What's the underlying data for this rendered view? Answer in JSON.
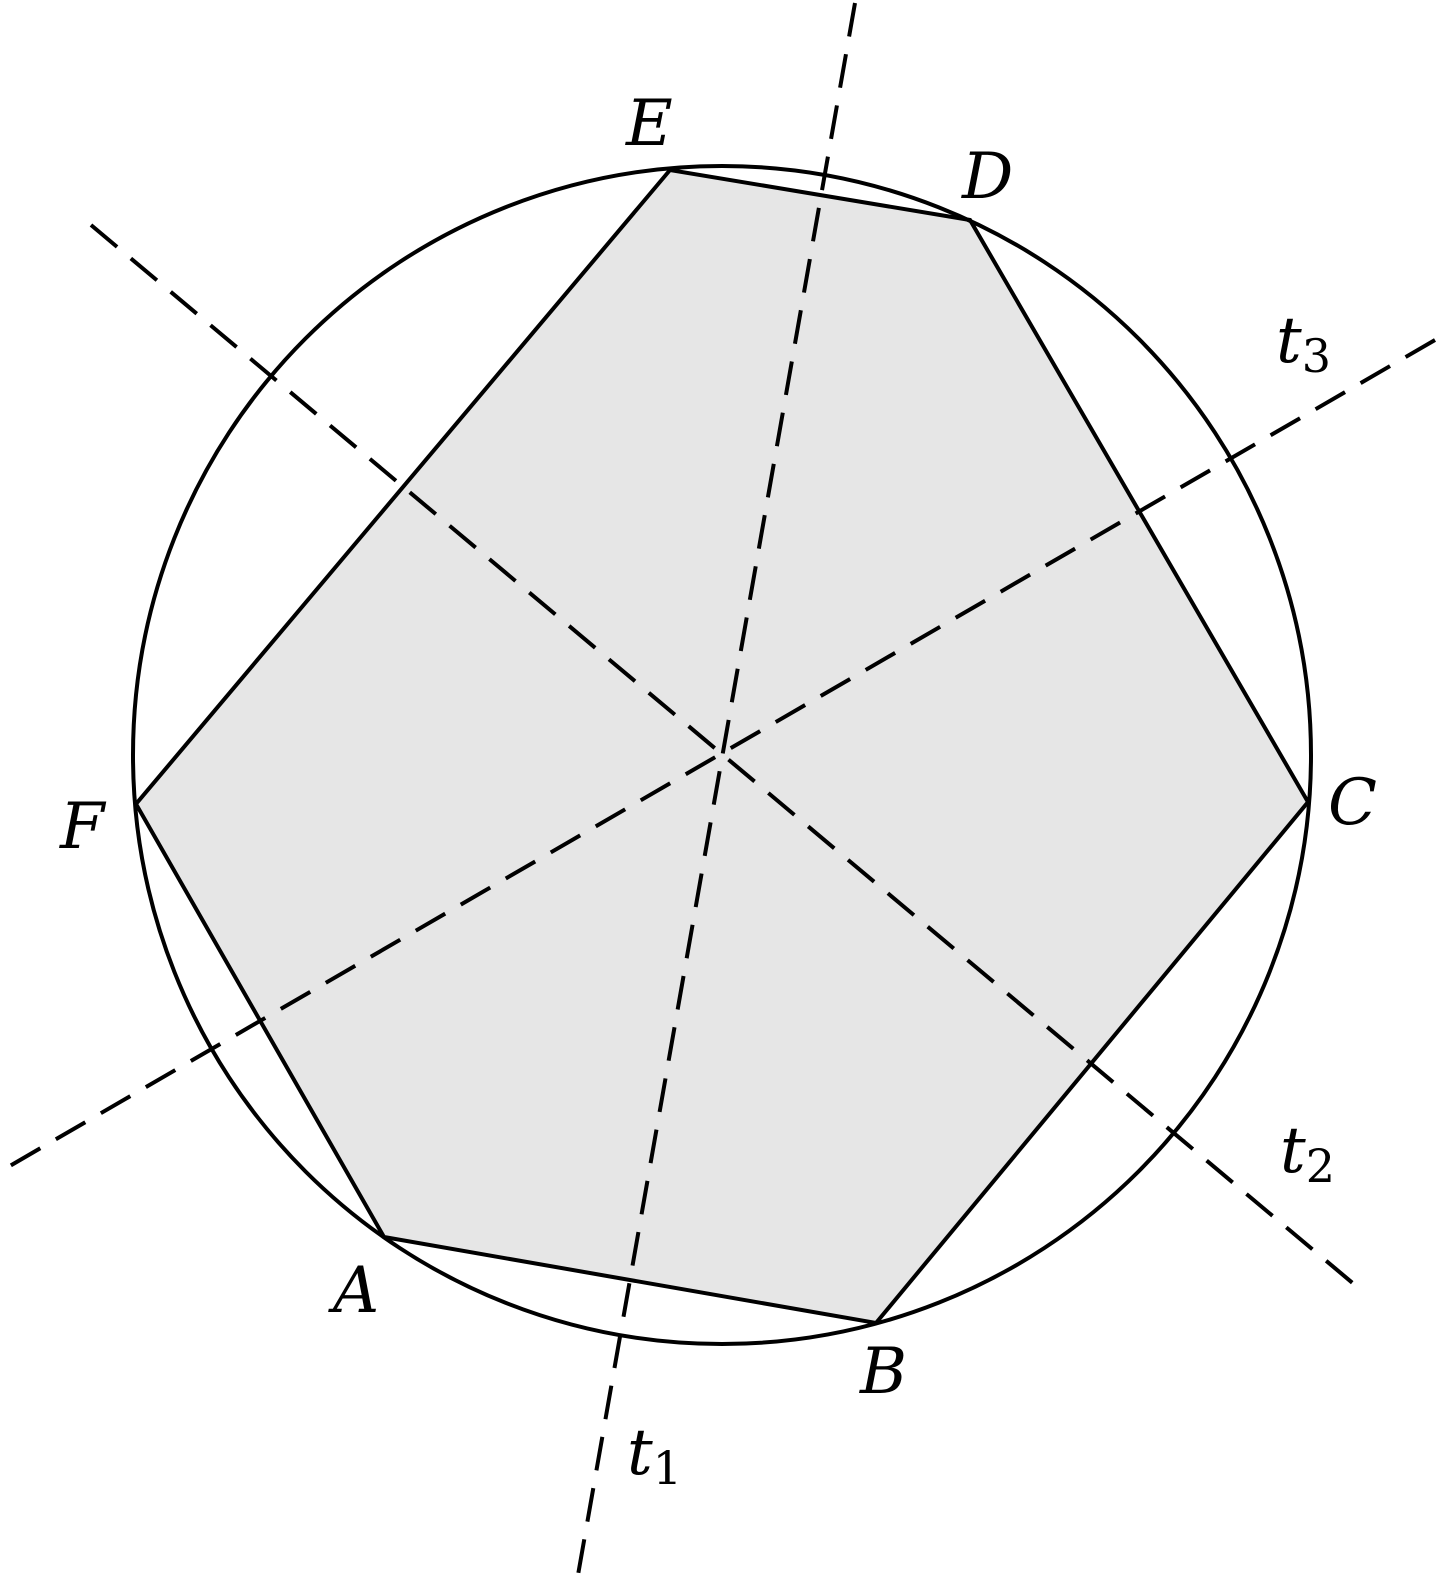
{
  "diagram": {
    "vertices": {
      "A": "A",
      "B": "B",
      "C": "C",
      "D": "D",
      "E": "E",
      "F": "F"
    },
    "axes": {
      "t1": {
        "letter": "t",
        "sub": "1"
      },
      "t2": {
        "letter": "t",
        "sub": "2"
      },
      "t3": {
        "letter": "t",
        "sub": "3"
      }
    },
    "colors": {
      "hexagon_fill": "#e6e6e6",
      "stroke": "#000000"
    }
  }
}
